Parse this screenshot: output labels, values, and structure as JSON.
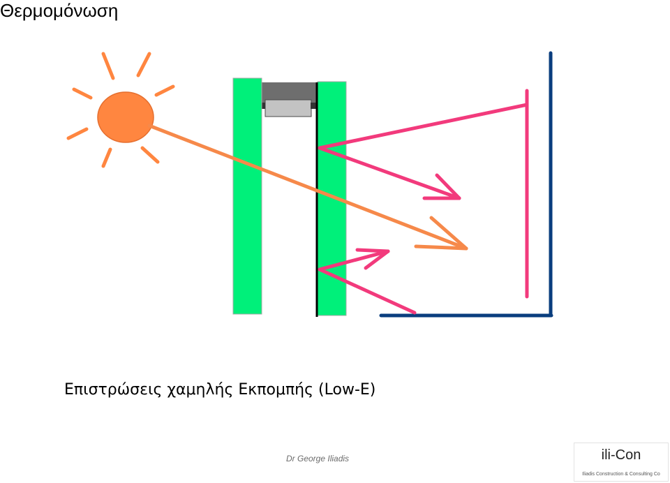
{
  "slide": {
    "title": "Θερμομόνωση",
    "caption": "Επιστρώσεις χαμηλής Εκπομπής (Low-E)",
    "author": "Dr George Iliadis"
  },
  "logo": {
    "name": "ili-Con",
    "subtitle": "Iliadis Construction & Consulting Co"
  },
  "colors": {
    "sun": "#ff8640",
    "glass": "#00f07a",
    "frame_dark": "#6e6e6e",
    "frame_light": "#c3c3c3",
    "reflection": "#f23a7c",
    "sunlight": "#f6894a",
    "room_wall": "#0a3e7e",
    "coating": "#000000"
  }
}
